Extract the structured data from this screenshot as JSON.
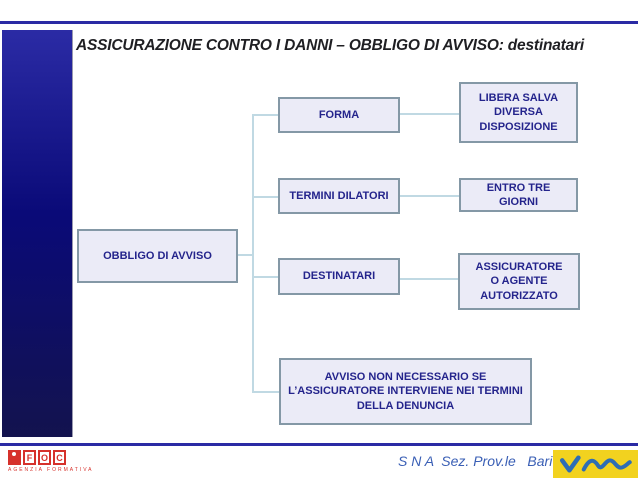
{
  "slide": {
    "title": "ASSICURAZIONE CONTRO I DANNI – OBBLIGO DI AVVISO: destinatari"
  },
  "diagram": {
    "root_label": "OBBLIGO DI AVVISO",
    "forma_label": "FORMA",
    "termini_label": "TERMINI DILATORI",
    "destinatari_label": "DESTINATARI",
    "libera_label": "LIBERA SALVA DIVERSA DISPOSIZIONE",
    "entro_label": "ENTRO TRE GIORNI",
    "assicuratore_label": "ASSICURATORE O AGENTE AUTORIZZATO",
    "nota_label": "AVVISO NON NECESSARIO SE L’ASSICURATORE INTERVIENE NEI TERMINI DELLA DENUNCIA"
  },
  "footer": {
    "sna_text": "S N A  Sez. Prov.le   Bari",
    "ifoc_letters": [
      "F",
      "O",
      "C"
    ],
    "ifoc_caption": "AGENZIA FORMATIVA"
  },
  "colors": {
    "accent_navy": "#2A2AA4",
    "sidebar_top": "#2B2BA5",
    "sidebar_bottom": "#13134E",
    "box_fill": "#EBEBF7",
    "box_border": "#8498A6",
    "box_text": "#24248C",
    "connector": "#C0D9E3",
    "title_text": "#1F1F23",
    "footer_text_blue": "#3A5FB5",
    "ifoc_red": "#D6312B",
    "sna_yellow": "#F2D21F",
    "sna_blue": "#2E6DB4"
  }
}
